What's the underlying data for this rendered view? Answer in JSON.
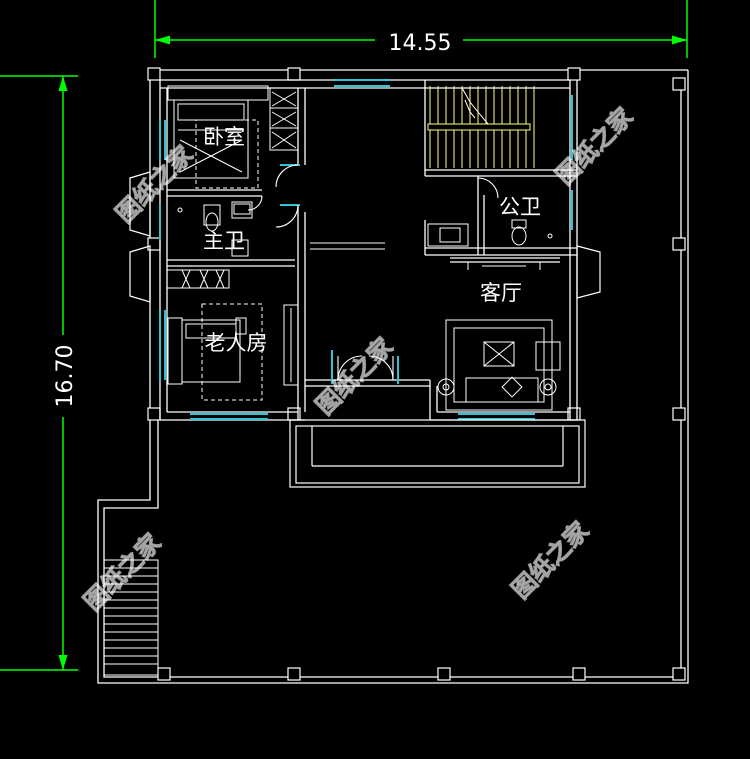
{
  "dimensions": {
    "width_label": "14.55",
    "height_label": "16.70"
  },
  "rooms": {
    "bedroom": "卧室",
    "master_bath": "主卫",
    "elder_room": "老人房",
    "public_bath": "公卫",
    "living_room": "客厅"
  },
  "watermark": "图纸之家",
  "colors": {
    "background": "#000000",
    "wall": "#ffffff",
    "dimension": "#00ff00",
    "window": "#2ec4d6",
    "stair": "#ffff80"
  }
}
